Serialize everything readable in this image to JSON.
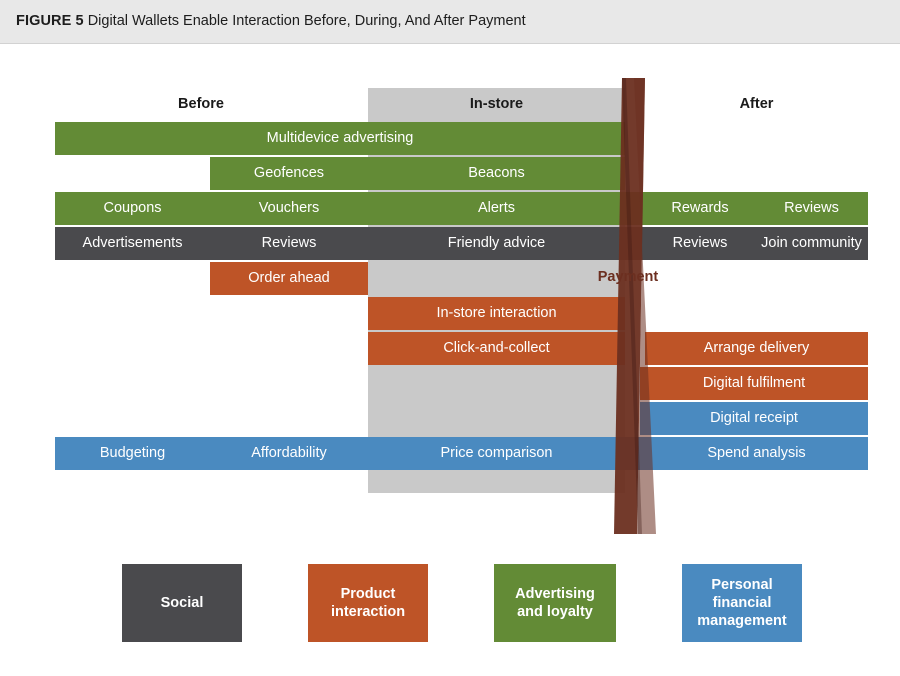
{
  "header": {
    "figure_label": "FIGURE 5",
    "title": "Digital Wallets Enable Interaction Before, During, And After Payment"
  },
  "colors": {
    "social": "#4a4a4d",
    "product_interaction": "#be5427",
    "advertising_loyalty": "#638b36",
    "personal_financial_management": "#4a8ac0",
    "instore_band": "#c9c9c9",
    "payment_marker": "#6c2f20",
    "header_background": "#e8e8e8"
  },
  "columns": [
    {
      "key": "before",
      "label": "Before"
    },
    {
      "key": "instore",
      "label": "In-store"
    },
    {
      "key": "after",
      "label": "After"
    }
  ],
  "payment": {
    "label": "Payment"
  },
  "chart_data": {
    "type": "table",
    "title": "Digital Wallets Enable Interaction Before, During, And After Payment",
    "categories": [
      "Before",
      "In-store",
      "After"
    ],
    "legend_position": "bottom",
    "rows": [
      {
        "id": "row-1",
        "category": "advertising_loyalty",
        "span": "before-instore",
        "segments": [
          {
            "label": "Multidevice advertising",
            "column": "before-instore"
          }
        ]
      },
      {
        "id": "row-2",
        "category": "advertising_loyalty",
        "span": "before-mid-instore",
        "segments": [
          {
            "label": "Geofences",
            "column": "before"
          },
          {
            "label": "Beacons",
            "column": "instore"
          }
        ]
      },
      {
        "id": "row-3",
        "category": "advertising_loyalty",
        "span": "full",
        "segments": [
          {
            "label": "Coupons",
            "column": "before"
          },
          {
            "label": "Vouchers",
            "column": "before"
          },
          {
            "label": "Alerts",
            "column": "instore"
          },
          {
            "label": "Rewards",
            "column": "after"
          },
          {
            "label": "Reviews",
            "column": "after"
          }
        ]
      },
      {
        "id": "row-4",
        "category": "social",
        "span": "full",
        "segments": [
          {
            "label": "Advertisements",
            "column": "before"
          },
          {
            "label": "Reviews",
            "column": "before"
          },
          {
            "label": "Friendly advice",
            "column": "instore"
          },
          {
            "label": "Reviews",
            "column": "after"
          },
          {
            "label": "Join community",
            "column": "after"
          }
        ]
      },
      {
        "id": "row-5",
        "category": "product_interaction",
        "span": "before-mid",
        "segments": [
          {
            "label": "Order ahead",
            "column": "before"
          }
        ]
      },
      {
        "id": "row-6",
        "category": "product_interaction",
        "span": "instore",
        "segments": [
          {
            "label": "In-store interaction",
            "column": "instore"
          }
        ]
      },
      {
        "id": "row-7",
        "category": "product_interaction",
        "span": "instore-after",
        "segments": [
          {
            "label": "Click-and-collect",
            "column": "instore"
          },
          {
            "label": "Arrange delivery",
            "column": "after"
          }
        ]
      },
      {
        "id": "row-8",
        "category": "product_interaction",
        "span": "after",
        "segments": [
          {
            "label": "Digital fulfilment",
            "column": "after"
          }
        ]
      },
      {
        "id": "row-9",
        "category": "personal_financial_management",
        "span": "after",
        "segments": [
          {
            "label": "Digital receipt",
            "column": "after"
          }
        ]
      },
      {
        "id": "row-10",
        "category": "personal_financial_management",
        "span": "full",
        "segments": [
          {
            "label": "Budgeting",
            "column": "before"
          },
          {
            "label": "Affordability",
            "column": "before"
          },
          {
            "label": "Price comparison",
            "column": "instore"
          },
          {
            "label": "Spend analysis",
            "column": "after"
          }
        ]
      }
    ]
  },
  "legend": [
    {
      "key": "social",
      "label": "Social"
    },
    {
      "key": "product_interaction",
      "label": "Product\ninteraction"
    },
    {
      "key": "advertising_loyalty",
      "label": "Advertising\nand loyalty"
    },
    {
      "key": "personal_financial_management",
      "label": "Personal\nfinancial\nmanagement"
    }
  ],
  "legend_lines": {
    "social": [
      "Social"
    ],
    "product": [
      "Product",
      "interaction"
    ],
    "advert": [
      "Advertising",
      "and loyalty"
    ],
    "pfm": [
      "Personal",
      "financial",
      "management"
    ]
  }
}
